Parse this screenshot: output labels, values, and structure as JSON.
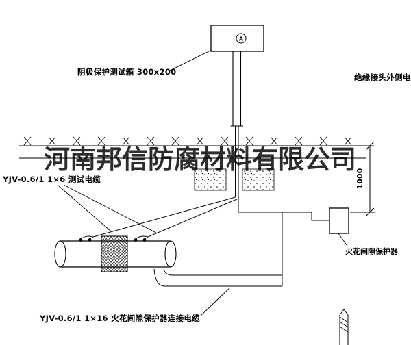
{
  "drawing": {
    "background": "#ffffff",
    "line_color": "#000000",
    "labels": {
      "test_box_label": "阴极保护测试箱 300x200",
      "insulated_joint_cable_label": "绝缘接头外侧电缆",
      "test_cable_label": "YJV-0.6/1 1×6 测试电缆",
      "protector_cable_label": "YJV-0.6/1 1×16 火花间隙保护器连接电缆",
      "spark_gap_label": "火花间隙保护器",
      "dimension_value": "1000",
      "box_symbol": "A"
    },
    "watermark": "河南邦信防腐材料有限公司"
  }
}
